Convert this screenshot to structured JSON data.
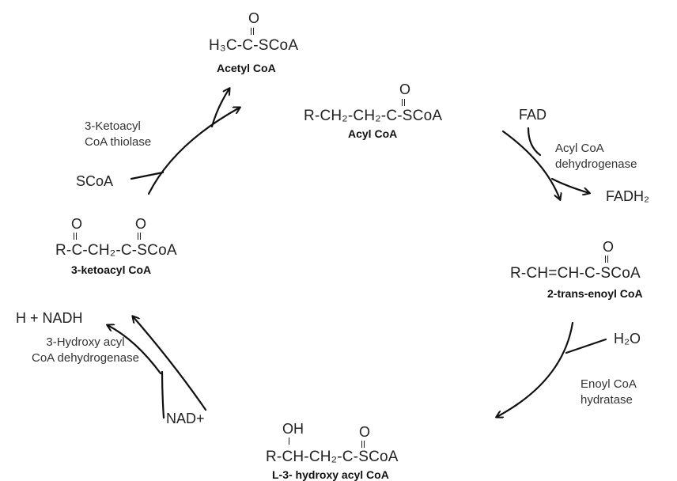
{
  "title": "",
  "compounds": {
    "acetyl_coa": {
      "formula": "H₃C-C-SCoA",
      "oxygen": "O",
      "name": "Acetyl CoA"
    },
    "acyl_coa": {
      "formula": "R-CH₂-CH₂-C-SCoA",
      "oxygen": "O",
      "name": "Acyl CoA"
    },
    "trans_enoyl_coa": {
      "formula": "R-CH=CH-C-SCoA",
      "oxygen": "O",
      "name": "2-trans-enoyl CoA"
    },
    "hydroxy_acyl_coa": {
      "formula": "R-CH-CH₂-C-SCoA",
      "oh": "OH",
      "oxygen": "O",
      "name": "L-3- hydroxy acyl CoA"
    },
    "ketoacyl_coa": {
      "formula": "R-C-CH₂-C-SCoA",
      "oxygen1": "O",
      "oxygen2": "O",
      "name": "3-ketoacyl CoA"
    }
  },
  "enzymes": {
    "dehydrogenase": [
      "Acyl CoA",
      "dehydrogenase"
    ],
    "hydratase": [
      "Enoyl CoA",
      "hydratase"
    ],
    "hydroxy_dehydrogenase": [
      "3-Hydroxy acyl",
      "CoA dehydrogenase"
    ],
    "thiolase": [
      "3-Ketoacyl",
      "CoA thiolase"
    ]
  },
  "reagents": {
    "fad": "FAD",
    "fadh2": "FADH₂",
    "h2o": "H₂O",
    "nad": "NAD+",
    "nadh": "H + NADH",
    "scoa": "SCoA"
  }
}
